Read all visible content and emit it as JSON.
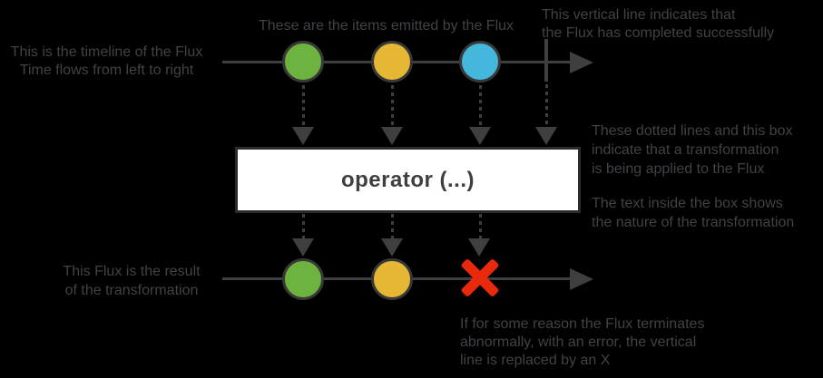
{
  "colors": {
    "background": "#000000",
    "text": "#434146",
    "line": "#3f3f3f",
    "marble_border": "#383838",
    "box_bg": "#ffffff",
    "box_border": "#2b2b2b",
    "box_text": "#3f3f3f",
    "error_red": "#e8290c",
    "marble_green": "#6db33f",
    "marble_yellow": "#e6b635",
    "marble_blue": "#45b7dc"
  },
  "labels": {
    "timeline": [
      "This is the timeline of the Flux",
      "Time flows from left to right"
    ],
    "items": [
      "These are the items emitted by the Flux"
    ],
    "completion": [
      "This vertical line indicates that",
      "the Flux has completed successfully"
    ],
    "transformation": [
      "These dotted lines and this box",
      "indicate that a transformation",
      "is being applied to the Flux"
    ],
    "box_text": [
      "The text inside the box shows",
      "the nature of the transformation"
    ],
    "result": [
      "This Flux is the result",
      "of the transformation"
    ],
    "error": [
      "If for some reason the Flux terminates",
      "abnormally, with an error, the vertical",
      "line is replaced by an X"
    ]
  },
  "operator_box": {
    "label": "operator (...)"
  },
  "source_flux": {
    "marbles": [
      {
        "name": "green",
        "color": "#6db33f"
      },
      {
        "name": "yellow",
        "color": "#e6b635"
      },
      {
        "name": "blue",
        "color": "#45b7dc"
      }
    ],
    "terminal": "complete"
  },
  "output_flux": {
    "marbles": [
      {
        "name": "green",
        "color": "#6db33f"
      },
      {
        "name": "yellow",
        "color": "#e6b635"
      }
    ],
    "terminal": "error"
  }
}
